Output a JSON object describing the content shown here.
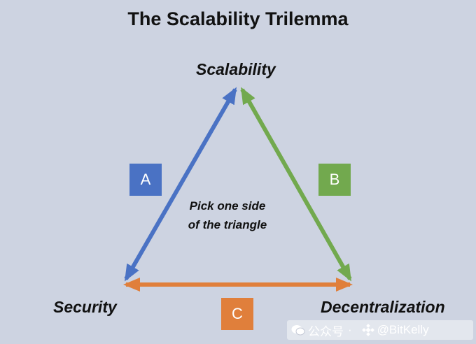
{
  "title": "The Scalability Trilemma",
  "vertices": {
    "top": "Scalability",
    "left": "Security",
    "right": "Decentralization"
  },
  "edges": [
    {
      "label": "A",
      "from": "Security",
      "to": "Scalability",
      "color": "#4a72c4"
    },
    {
      "label": "B",
      "from": "Scalability",
      "to": "Decentralization",
      "color": "#72a94e"
    },
    {
      "label": "C",
      "from": "Security",
      "to": "Decentralization",
      "color": "#e07f3b"
    }
  ],
  "center_note_lines": [
    "Pick one side",
    "of the triangle"
  ],
  "watermark": {
    "platform": "公众号",
    "separator": "·",
    "account": "@BitKelly",
    "icon": "wechat-icon",
    "logo": "binance-logo"
  },
  "colors": {
    "background": "#cdd3e1",
    "edge_a": "#4a72c4",
    "edge_b": "#72a94e",
    "edge_c": "#e07f3b"
  }
}
